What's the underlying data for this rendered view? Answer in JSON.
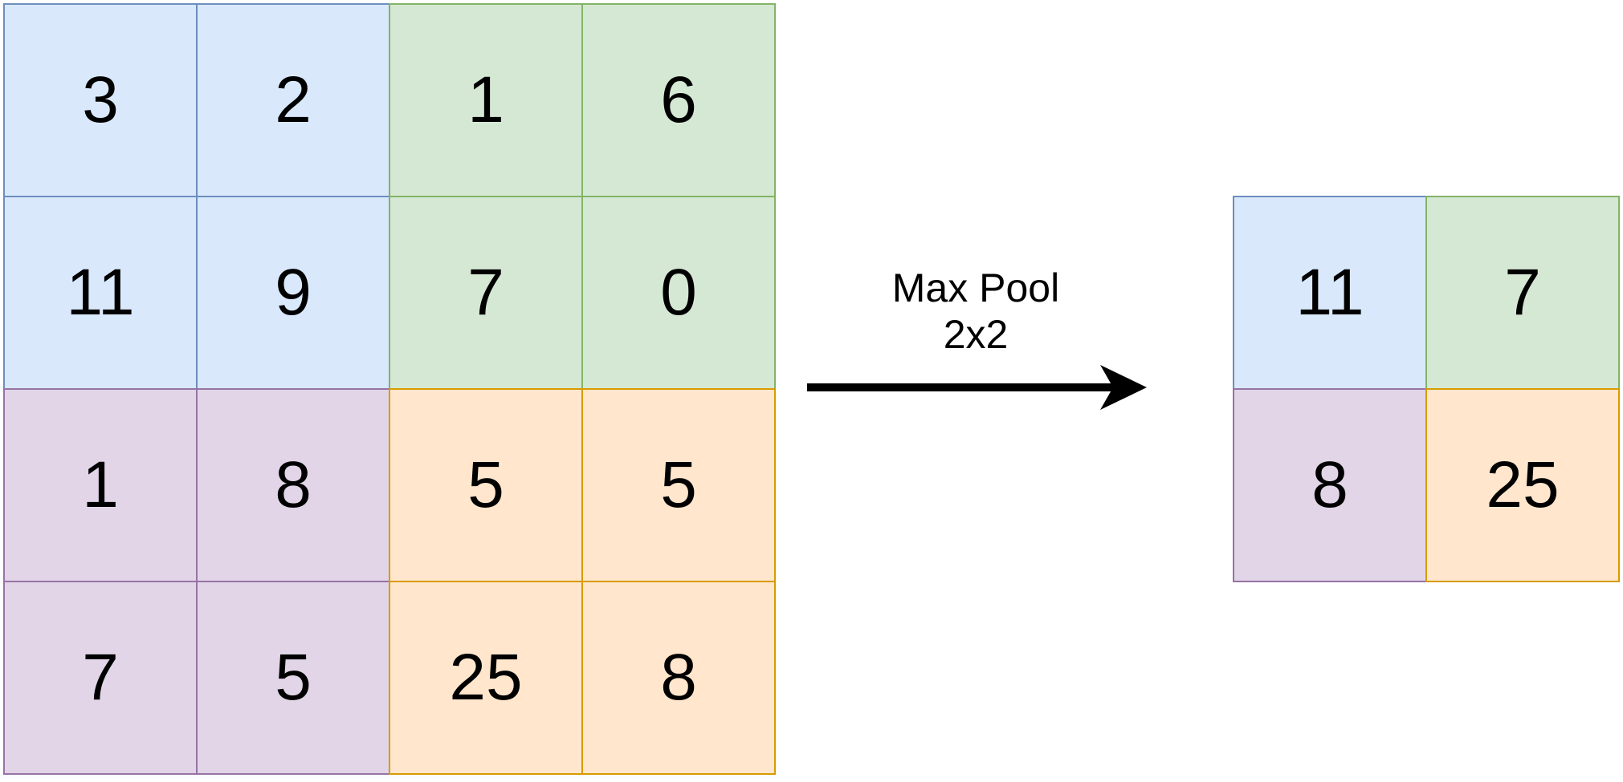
{
  "input_grid": {
    "rows": [
      [
        "3",
        "2",
        "1",
        "6"
      ],
      [
        "11",
        "9",
        "7",
        "0"
      ],
      [
        "1",
        "8",
        "5",
        "5"
      ],
      [
        "7",
        "5",
        "25",
        "8"
      ]
    ],
    "regions": [
      [
        "blue",
        "blue",
        "green",
        "green"
      ],
      [
        "blue",
        "blue",
        "green",
        "green"
      ],
      [
        "purple",
        "purple",
        "orange",
        "orange"
      ],
      [
        "purple",
        "purple",
        "orange",
        "orange"
      ]
    ]
  },
  "operation": {
    "line1": "Max Pool",
    "line2": "2x2"
  },
  "output_grid": {
    "rows": [
      [
        "11",
        "7"
      ],
      [
        "8",
        "25"
      ]
    ],
    "regions": [
      [
        "blue",
        "green"
      ],
      [
        "purple",
        "orange"
      ]
    ]
  },
  "colors": {
    "blue": {
      "fill": "#dae8fc",
      "stroke": "#6c8ebf"
    },
    "green": {
      "fill": "#d5e8d4",
      "stroke": "#82b366"
    },
    "purple": {
      "fill": "#e1d5e7",
      "stroke": "#9673a6"
    },
    "orange": {
      "fill": "#ffe6cc",
      "stroke": "#d79b00"
    },
    "text": "#000000",
    "arrow": "#000000"
  }
}
